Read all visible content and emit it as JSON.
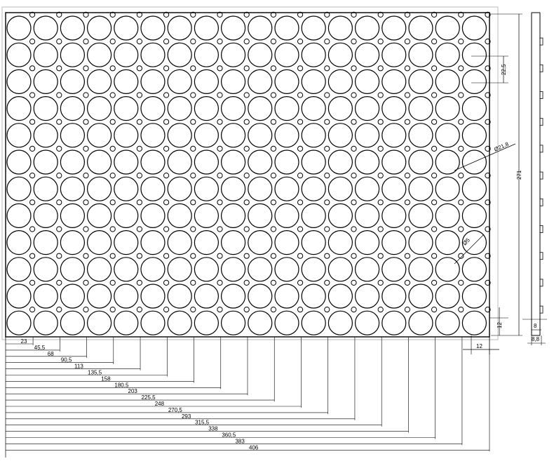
{
  "drawing": {
    "grid": {
      "columns": 18,
      "rows": 12
    },
    "dimensions": {
      "width_total": "406",
      "height_total": "271",
      "cell_pitch": "22,5",
      "cell_diameter": "Ø21,8",
      "hole_diameter": "Ø5",
      "right_margin": "12",
      "bottom_margin": "12",
      "thickness": "8",
      "thickness_total": "8,8",
      "first_offset": "23"
    },
    "chain_dimensions": [
      "23",
      "45,5",
      "68",
      "90,5",
      "113",
      "135,5",
      "158",
      "180,5",
      "203",
      "225,5",
      "248",
      "270,5",
      "293",
      "315,5",
      "338",
      "360,5",
      "383",
      "406"
    ]
  }
}
